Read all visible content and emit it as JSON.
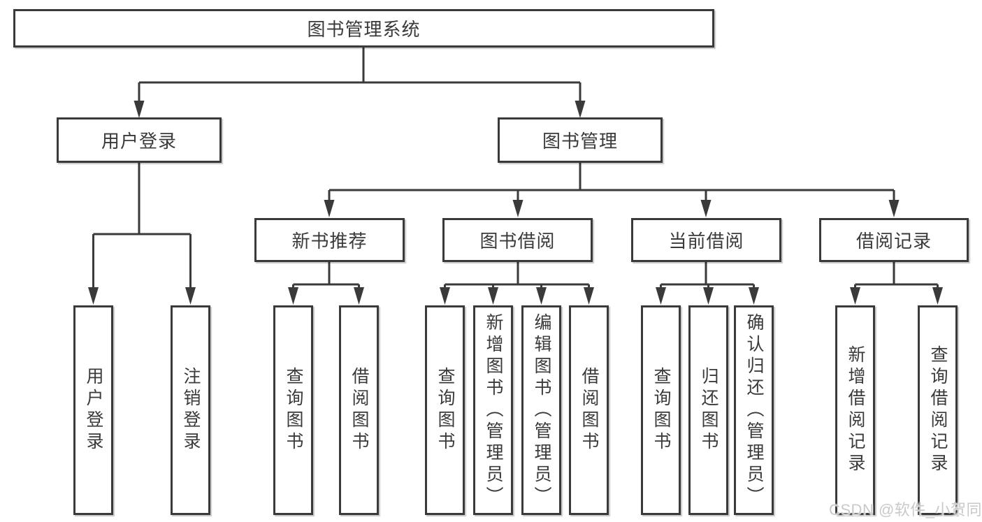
{
  "colors": {
    "line": "#3a3a3a",
    "box_border": "#3a3a3a",
    "text": "#3a3a3a",
    "background": "#ffffff",
    "watermark_text": "#c9c9c9"
  },
  "tree": {
    "root": {
      "label": "图书管理系统",
      "children": [
        {
          "label": "用户登录",
          "children": [
            {
              "label": "用户登录"
            },
            {
              "label": "注销登录"
            }
          ]
        },
        {
          "label": "图书管理",
          "children": [
            {
              "label": "新书推荐",
              "children": [
                {
                  "label": "查询图书"
                },
                {
                  "label": "借阅图书"
                }
              ]
            },
            {
              "label": "图书借阅",
              "children": [
                {
                  "label": "查询图书"
                },
                {
                  "label": "新增图书（管理员）"
                },
                {
                  "label": "编辑图书（管理员）"
                },
                {
                  "label": "借阅图书"
                }
              ]
            },
            {
              "label": "当前借阅",
              "children": [
                {
                  "label": "查询图书"
                },
                {
                  "label": "归还图书"
                },
                {
                  "label": "确认归还（管理员）"
                }
              ]
            },
            {
              "label": "借阅记录",
              "children": [
                {
                  "label": "新增借阅记录"
                },
                {
                  "label": "查询借阅记录"
                }
              ]
            }
          ]
        }
      ]
    }
  },
  "watermark": {
    "text": "CSDN @软件_小贺同学"
  }
}
